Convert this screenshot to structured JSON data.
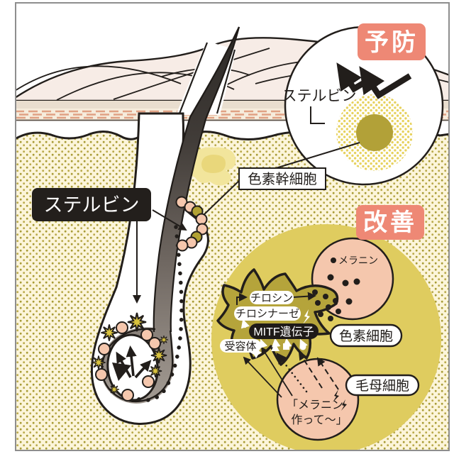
{
  "illustration": {
    "prevention": {
      "badge": "予防",
      "sterubin": "ステルビン"
    },
    "skin": {
      "sterubin_box": "ステルビン",
      "pigment_stem_cell": "色素幹細胞"
    },
    "improvement": {
      "badge": "改善",
      "melanin": "メラニン",
      "tyrosine": "チロシン",
      "tyrosinase": "チロシナーゼ",
      "mitf_gene": "MITF遺伝子",
      "receptor": "受容体",
      "pigment_cell": "色素細胞",
      "hair_matrix_cell": "毛母細胞",
      "speech_line1": "「メラニン",
      "speech_line2": "作って〜」"
    },
    "colors": {
      "badge_salmon": "#ee8875",
      "improvement_circle_yellow": "#dfcc5f",
      "melanocyte_olive": "#b5a43b",
      "cell_pink": "#f5c7ad",
      "dermis_cream": "#fcf5da",
      "dermis_dot_olive": "#a89b35",
      "outline_black": "#221e1b",
      "hair_dark": "#2e2b28"
    }
  }
}
